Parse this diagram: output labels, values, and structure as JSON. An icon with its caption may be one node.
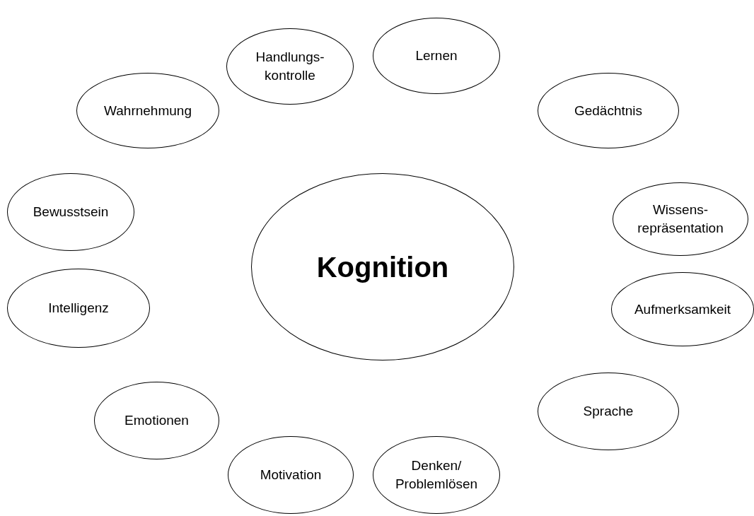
{
  "diagram": {
    "nodes": [
      {
        "text": [
          "Lernen"
        ]
      },
      {
        "text": [
          "Handlungs- kontrolle"
        ]
      },
      {
        "text": [
          "Wahrnehmung"
        ]
      },
      {
        "text": [
          "Gedächtnis"
        ]
      },
      {
        "text": [
          "Kognition"
        ]
      },
      {
        "text": [
          "Bewusstsein"
        ]
      },
      {
        "text": [
          "Wissens- repräsentation"
        ]
      },
      {
        "text": [
          "Intelligenz"
        ]
      },
      {
        "text": [
          "Aufmerksamkeit"
        ]
      },
      {
        "text": [
          "Sprache"
        ]
      },
      {
        "text": [
          "Emotionen"
        ]
      },
      {
        "text": [
          "Motivation"
        ]
      },
      {
        "text": [
          "Denken/ Problemlösen"
        ]
      }
    ]
  }
}
